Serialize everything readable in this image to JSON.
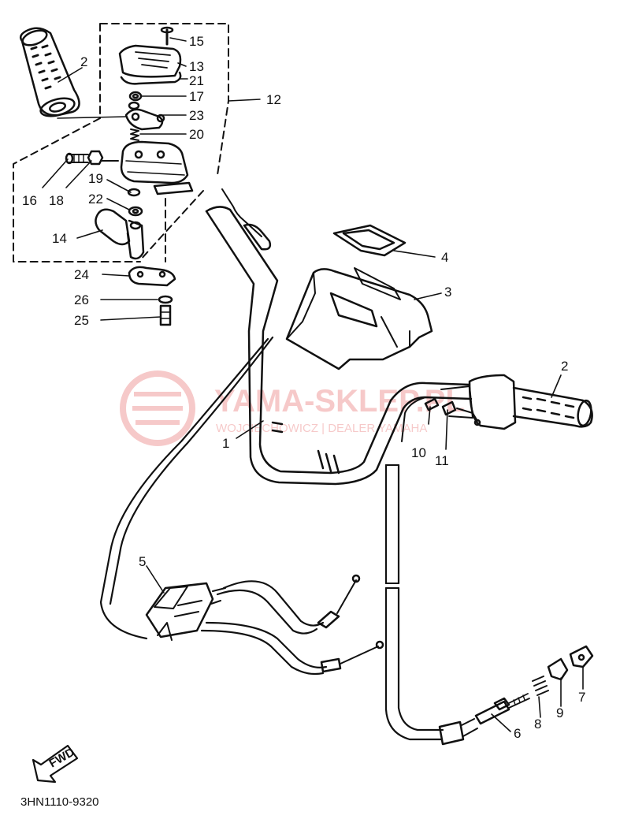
{
  "diagram": {
    "document_code": "3HN1110-9320",
    "fwd_label": "FWD",
    "watermark": {
      "title": "YAMA-SKLEP.PL",
      "subtitle": "WOJCIECHOWICZ | DEALER YAMAHA",
      "color": "#e04040"
    },
    "line_color": "#111111",
    "part_labels": {
      "p1": "1",
      "p2a": "2",
      "p2b": "2",
      "p3": "3",
      "p4": "4",
      "p5": "5",
      "p6": "6",
      "p7": "7",
      "p8": "8",
      "p9": "9",
      "p10": "10",
      "p11": "11",
      "p12": "12",
      "p13": "13",
      "p14": "14",
      "p15": "15",
      "p16": "16",
      "p17": "17",
      "p18": "18",
      "p19": "19",
      "p20": "20",
      "p21": "21",
      "p22": "22",
      "p23": "23",
      "p24": "24",
      "p25": "25",
      "p26": "26"
    }
  }
}
